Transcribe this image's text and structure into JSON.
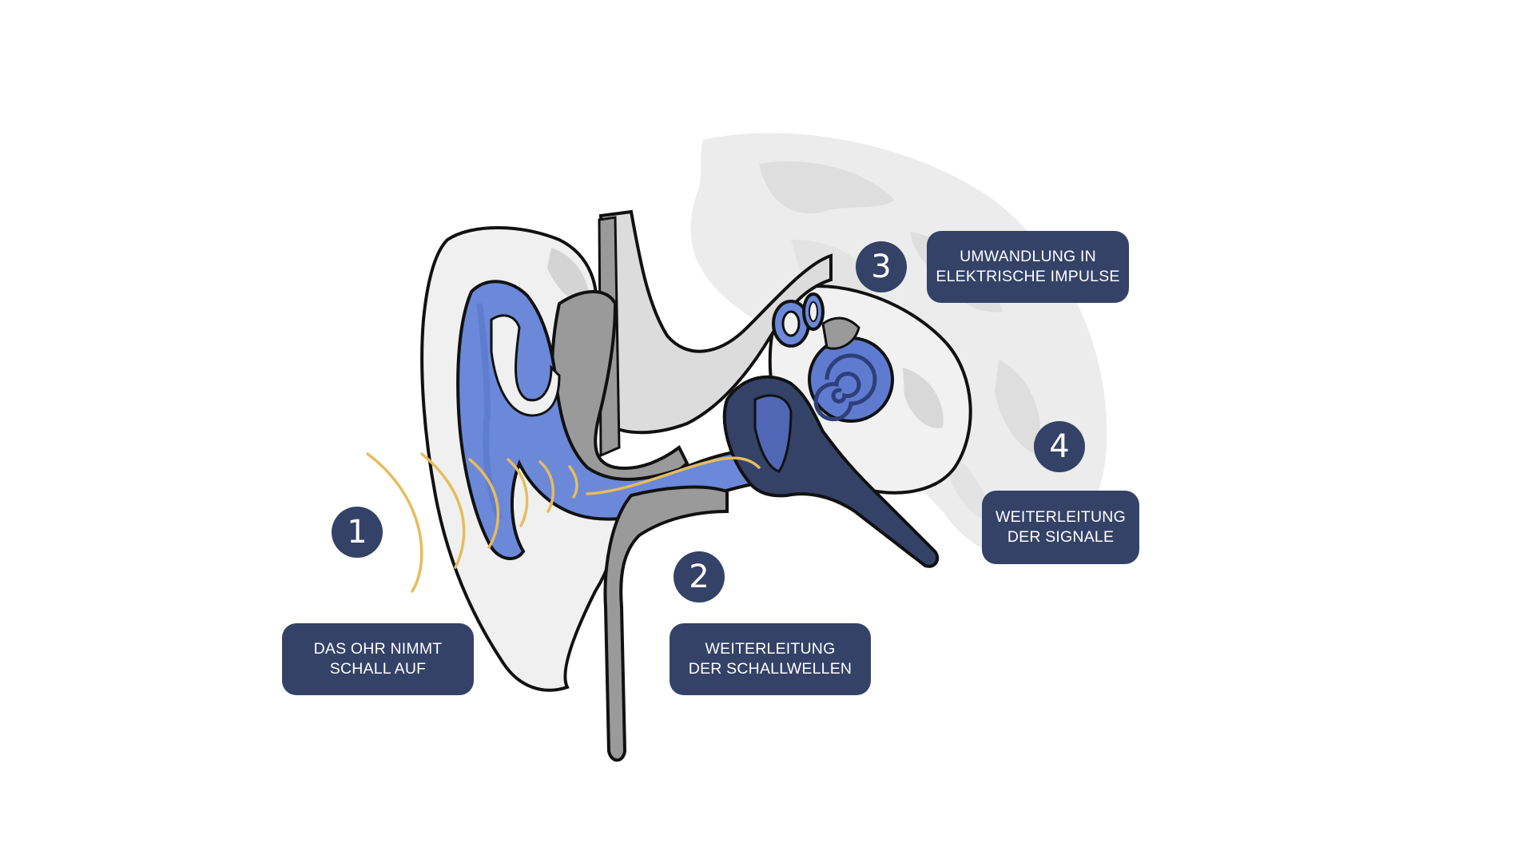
{
  "colors": {
    "background": "#ffffff",
    "label_background": "#344268",
    "label_text": "#ffffff",
    "sound_waves": "#e6bc5c",
    "ear_blue": "#6b88d9",
    "ear_dark_blue": "#344268",
    "cartilage_gray": "#9a9a9a",
    "skin_light_gray": "#f0f0f0",
    "brain_gray": "#ececec"
  },
  "steps": [
    {
      "number": "1",
      "label_line1": "DAS OHR NIMMT",
      "label_line2": "SCHALL AUF"
    },
    {
      "number": "2",
      "label_line1": "WEITERLEITUNG",
      "label_line2": "DER SCHALLWELLEN"
    },
    {
      "number": "3",
      "label_line1": "UMWANDLUNG IN",
      "label_line2": "ELEKTRISCHE IMPULSE"
    },
    {
      "number": "4",
      "label_line1": "WEITERLEITUNG",
      "label_line2": "DER SIGNALE"
    }
  ],
  "illustration": {
    "subject": "ear-anatomy",
    "parts": [
      "outer-ear",
      "ear-canal",
      "middle-ear",
      "inner-ear-cochlea",
      "brain"
    ]
  }
}
